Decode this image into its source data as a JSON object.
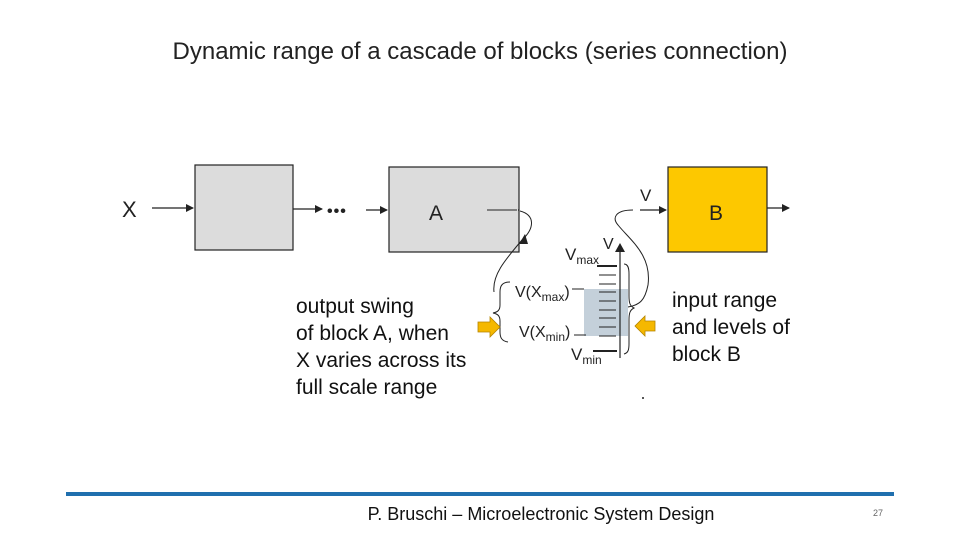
{
  "slide": {
    "title": "Dynamic range of a cascade of blocks (series connection)",
    "footer": "P. Bruschi – Microelectronic System Design",
    "page_number": "27"
  },
  "diagram": {
    "input_label": "X",
    "ellipsis": "•••",
    "block_a_label": "A",
    "block_b_label": "B",
    "signal_label": "V",
    "axis_label": "V",
    "vmax": {
      "base": "V",
      "sub": "max"
    },
    "vmin": {
      "base": "V",
      "sub": "min"
    },
    "vxmax": {
      "base": "V(X",
      "sub": "max",
      "close": ")"
    },
    "vxmin": {
      "base": "V(X",
      "sub": "min",
      "close": ")"
    },
    "colors": {
      "block_gray": "#dcdcdc",
      "block_b": "#fdc800",
      "shaded_range": "#c4d0da",
      "callout_arrow": "#f5b800",
      "footer_rule": "#1f6fae"
    }
  },
  "notes": {
    "left": [
      "output swing",
      "of block A, when",
      "X varies across its",
      "full scale range"
    ],
    "right": [
      "input range",
      "and levels of",
      "block B"
    ]
  }
}
